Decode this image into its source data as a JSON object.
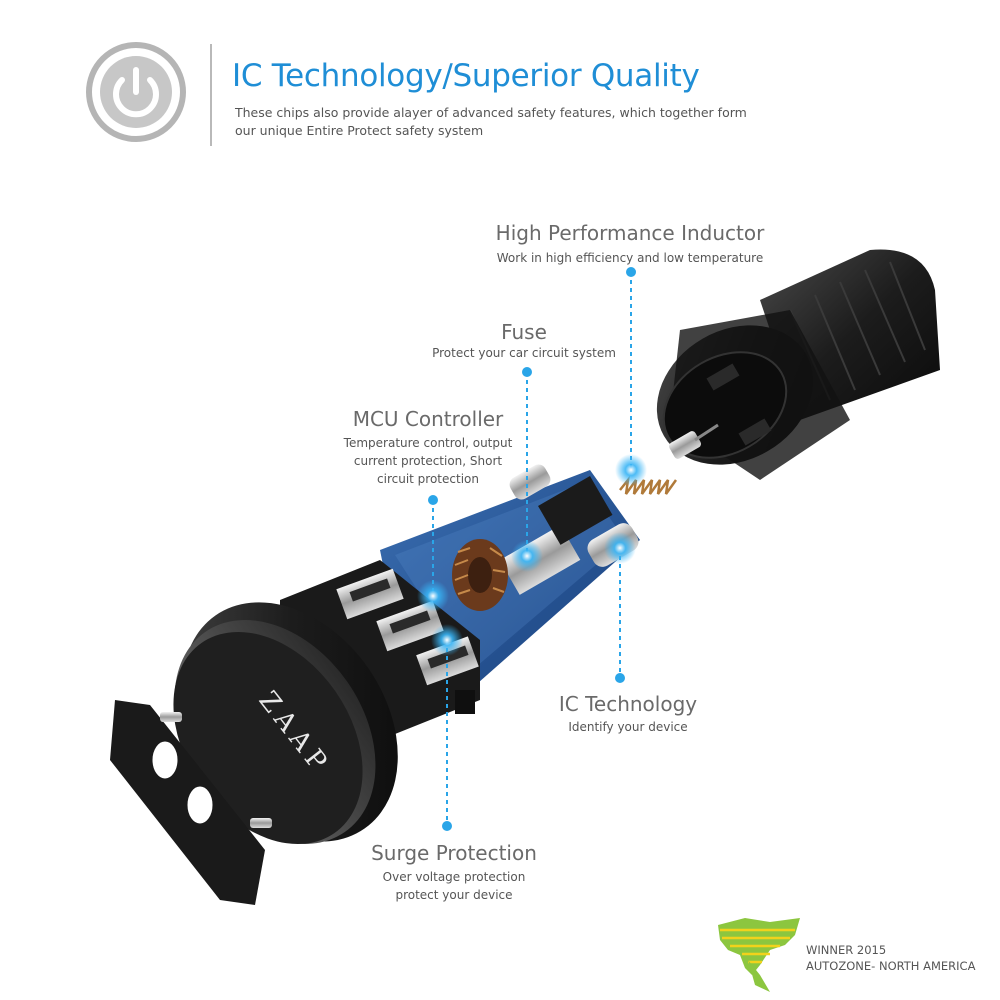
{
  "header": {
    "title": "IC Technology/Superior Quality",
    "subtitle_line1": "These chips also provide alayer of advanced safety features, which together form",
    "subtitle_line2": "our unique Entire Protect safety system",
    "icon": "power-icon"
  },
  "product": {
    "brand": "ZAAP",
    "image": "exploded car charger"
  },
  "callouts": {
    "inductor": {
      "title": "High Performance Inductor",
      "desc": "Work in high efficiency and low temperature"
    },
    "fuse": {
      "title": "Fuse",
      "desc": "Protect your car circuit system"
    },
    "mcu": {
      "title": "MCU Controller",
      "desc_line1": "Temperature control, output",
      "desc_line2": "current protection, Short",
      "desc_line3": "circuit protection"
    },
    "ic": {
      "title": "IC Technology",
      "desc": "Identify your device"
    },
    "surge": {
      "title": "Surge Protection",
      "desc_line1": "Over voltage protection",
      "desc_line2": "protect your device"
    }
  },
  "award": {
    "line1": "WINNER 2015",
    "line2": "AUTOZONE- NORTH AMERICA",
    "icon": "north-america-map-icon"
  },
  "colors": {
    "accent": "#1f8ed6",
    "callout_line": "#2aa5e8",
    "award_green": "#8cc63f",
    "award_yellow": "#f2d21b"
  }
}
